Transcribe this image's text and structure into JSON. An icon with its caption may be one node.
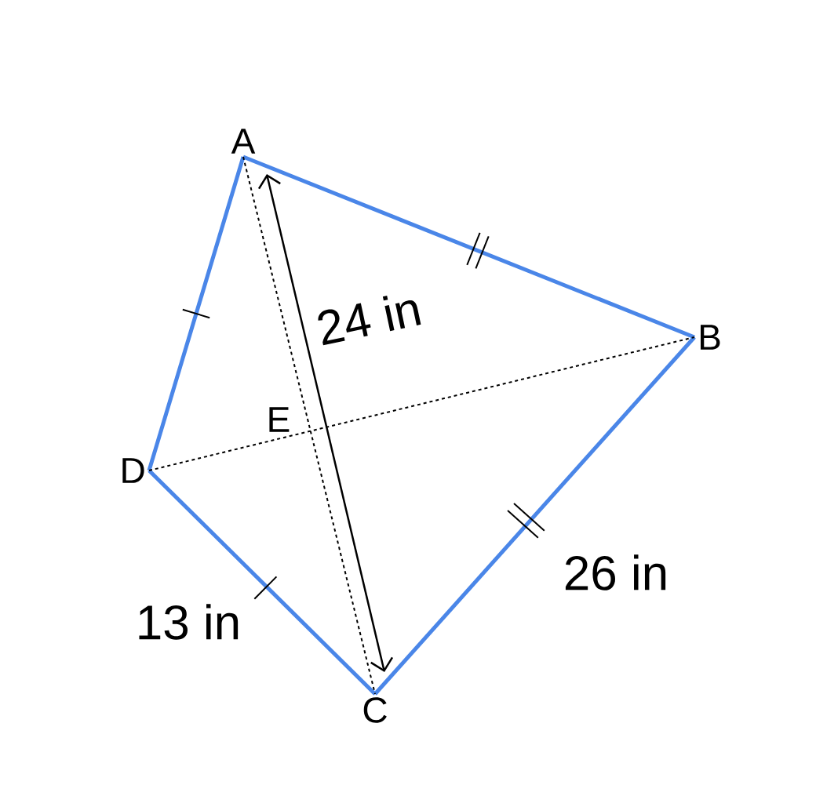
{
  "diagram": {
    "nodes": [
      {
        "text": [
          "A"
        ]
      },
      {
        "text": [
          "B"
        ]
      },
      {
        "text": [
          "C"
        ]
      },
      {
        "text": [
          "D"
        ]
      }
    ],
    "edges": [
      {
        "from": 0,
        "to": 1,
        "arrow": "none"
      },
      {
        "from": 1,
        "to": 2,
        "arrow": "none"
      },
      {
        "from": 2,
        "to": 3,
        "arrow": "none"
      },
      {
        "from": 3,
        "to": 0,
        "arrow": "none"
      },
      {
        "from": 0,
        "to": 2,
        "arrow": "none",
        "style": "dashed",
        "color": "#000000"
      },
      {
        "from": 3,
        "to": 1,
        "arrow": "none",
        "style": "dashed",
        "color": "#000000"
      }
    ],
    "labels": [
      "24 in",
      "E",
      "26 in",
      "13 in"
    ]
  }
}
